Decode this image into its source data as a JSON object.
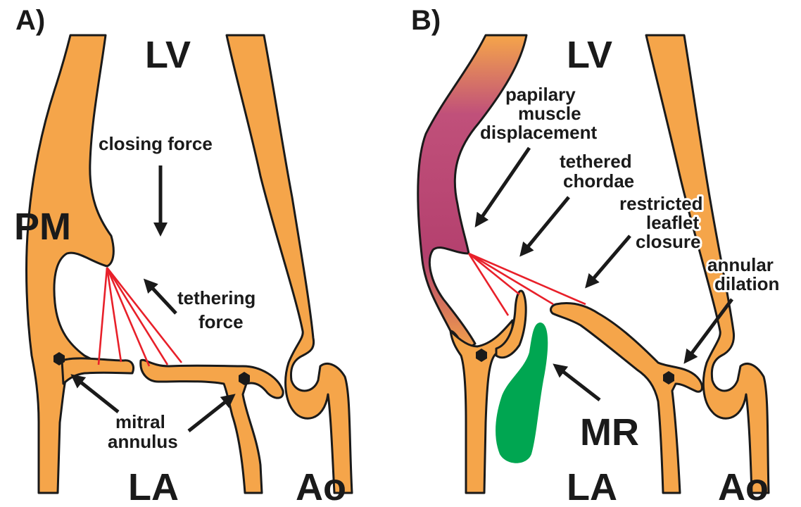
{
  "panel_a": {
    "tag": "A)",
    "lv": "LV",
    "la": "LA",
    "ao": "Ao",
    "pm": "PM",
    "closing_force": "closing force",
    "tethering_force_1": "tethering",
    "tethering_force_2": "force",
    "mitral_annulus_1": "mitral",
    "mitral_annulus_2": "annulus"
  },
  "panel_b": {
    "tag": "B)",
    "lv": "LV",
    "la": "LA",
    "ao": "Ao",
    "mr": "MR",
    "papillary_1": "papilary",
    "papillary_2": "muscle",
    "papillary_3": "displacement",
    "tethered_1": "tethered",
    "tethered_2": "chordae",
    "restricted_1": "restricted",
    "restricted_2": "leaflet",
    "restricted_3": "closure",
    "annular_1": "annular",
    "annular_2": "dilation"
  },
  "colors": {
    "tissue": "#F5A54A",
    "outline": "#1a1a1a",
    "chordae": "#e8202a",
    "regurgitation": "#00A651",
    "displaced_muscle_top": "#F5A54A",
    "displaced_muscle_mid": "#B4406E"
  }
}
